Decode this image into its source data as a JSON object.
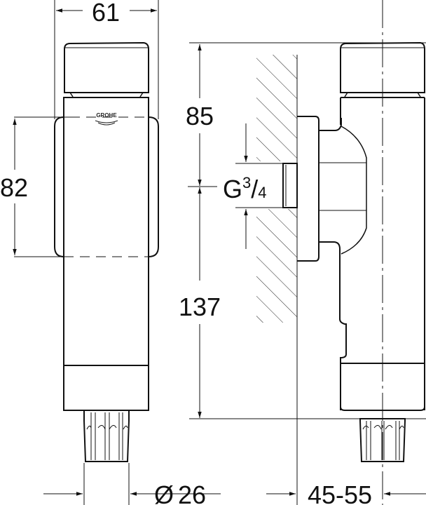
{
  "drawing": {
    "brand_logo": "GROHE",
    "colors": {
      "line": "#111111",
      "background": "#ffffff",
      "hatch": "#222222"
    },
    "front_view": {
      "dimensions": {
        "width": "61",
        "cover_height": "82",
        "outlet_diameter_symbol": "Ø",
        "outlet_diameter": "26"
      }
    },
    "side_view": {
      "dimensions": {
        "top_to_inlet": "85",
        "inlet_to_bottom": "137",
        "thread_prefix": "G",
        "thread_numerator": "3",
        "thread_slash": "/",
        "thread_denominator": "4",
        "wall_distance": "45-55"
      }
    }
  }
}
